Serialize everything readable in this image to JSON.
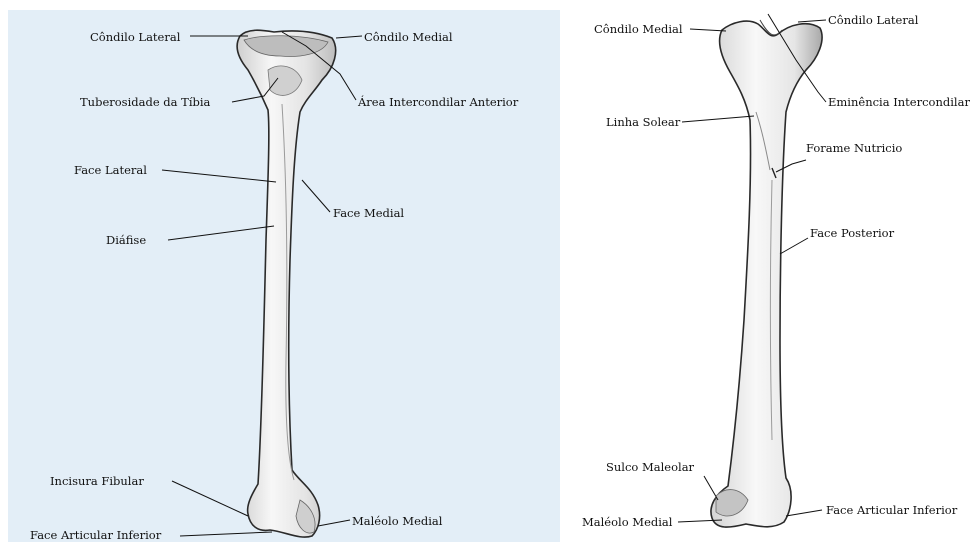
{
  "labels": {
    "anterior": {
      "condilo_lateral": "Côndilo Lateral",
      "condilo_medial": "Côndilo Medial",
      "tuberosidade": "Tuberosidade da Tíbia",
      "area_intercondilar": "Área Intercondilar Anterior",
      "face_lateral": "Face Lateral",
      "face_medial": "Face Medial",
      "diafise": "Diáfise",
      "incisura_fibular": "Incisura Fibular",
      "maleolo_medial": "Maléolo Medial",
      "face_articular_inferior": "Face Articular Inferior"
    },
    "posterior": {
      "condilo_medial": "Côndilo Medial",
      "condilo_lateral": "Côndilo Lateral",
      "eminencia": "Eminência Intercondilar",
      "linha_solear": "Linha Solear",
      "forame_nutricio": "Forame Nutricio",
      "face_posterior": "Face Posterior",
      "sulco_maleolar": "Sulco Maleolar",
      "maleolo_medial": "Maléolo Medial",
      "face_articular_inferior": "Face Articular Inferior"
    }
  },
  "colors": {
    "panel_background": "#e3eef7",
    "bone_fill": "#ececec",
    "bone_outline": "#2a2a2a"
  }
}
